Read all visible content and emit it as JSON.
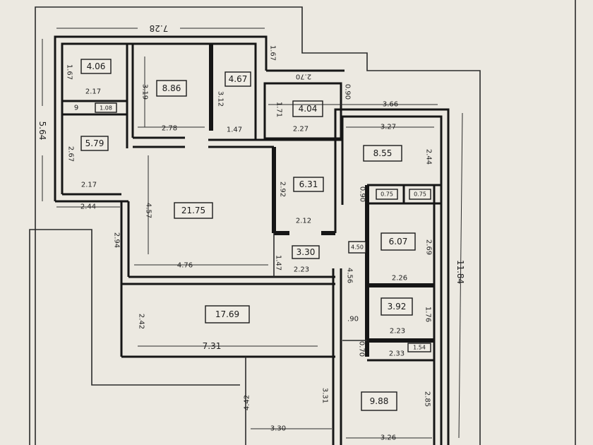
{
  "plan": {
    "rooms": [
      {
        "area": "4.06"
      },
      {
        "area": "1.08"
      },
      {
        "area": "5.79"
      },
      {
        "area": "8.86"
      },
      {
        "area": "4.67"
      },
      {
        "area": "4.04"
      },
      {
        "area": "21.75"
      },
      {
        "area": "6.31"
      },
      {
        "area": "3.30"
      },
      {
        "area": "17.69"
      },
      {
        "area": "8.55"
      },
      {
        "area": "0.75"
      },
      {
        "area": "0.75"
      },
      {
        "area": "6.07"
      },
      {
        "area": "4.50"
      },
      {
        "area": "3.92"
      },
      {
        "area": "1.54"
      },
      {
        "area": "9.88"
      }
    ],
    "dimensions": {
      "top_overall": "7.28",
      "left_overall": "5.64",
      "right_overall": "11.84",
      "r1_h": "1.67",
      "r1_w": "2.17",
      "strip_w": "9",
      "r3_h": "2.67",
      "r3_w": "2.17",
      "ext_w": "2.44",
      "r4_h": "3.19",
      "r4_w": "2.78",
      "r5_h": "3.12",
      "r5_w": "1.47",
      "step_h": "1.67",
      "step_w": "2.70",
      "r6_h": "1.71",
      "r6_w": "2.27",
      "gap_h": "0.90",
      "r11_outer_w": "3.66",
      "r11_w": "3.27",
      "r11_h": "2.44",
      "living_h": "4.57",
      "living_w": "4.76",
      "living_side": "2.94",
      "r8_h": "2.92",
      "r8_w": "2.12",
      "r9_h": "1.47",
      "r9_w": "2.23",
      "wc_h": "0.90",
      "corr_h": "4.56",
      "corr_w": ".90",
      "r14_h": "2.69",
      "r14_w": "2.26",
      "r16_h": "1.76",
      "r16_w": "2.23",
      "r17_h": "0.70",
      "r17_w": "2.33",
      "r18_h": "2.85",
      "r18_w": "3.26",
      "r10_h": "2.42",
      "r10_w": "7.31",
      "ext2_h1": "4.42",
      "ext2_h2": "3.31",
      "ext2_w": "3.30"
    }
  }
}
